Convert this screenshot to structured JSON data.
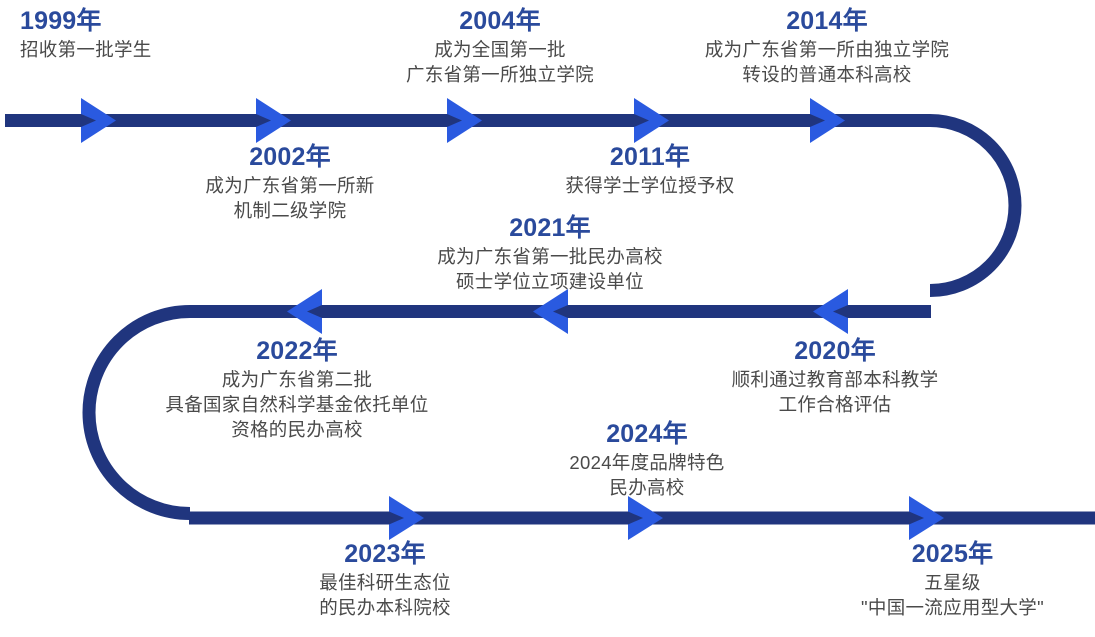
{
  "figure": {
    "kind": "timeline-infographic",
    "colors": {
      "track": "#20357e",
      "arrow": "#2a5ae0",
      "year_text": "#2a4a9c",
      "body_text": "#4a4a4a",
      "background": "#ffffff"
    }
  },
  "milestones": [
    {
      "id": "1999",
      "year": "1999年",
      "lines": [
        "招收第一批学生"
      ],
      "row": 1,
      "position": "above"
    },
    {
      "id": "2002",
      "year": "2002年",
      "lines": [
        "成为广东省第一所新",
        "机制二级学院"
      ],
      "row": 1,
      "position": "below"
    },
    {
      "id": "2004",
      "year": "2004年",
      "lines": [
        "成为全国第一批",
        "广东省第一所独立学院"
      ],
      "row": 1,
      "position": "above"
    },
    {
      "id": "2011",
      "year": "2011年",
      "lines": [
        "获得学士学位授予权"
      ],
      "row": 1,
      "position": "below"
    },
    {
      "id": "2014",
      "year": "2014年",
      "lines": [
        "成为广东省第一所由独立学院",
        "转设的普通本科高校"
      ],
      "row": 1,
      "position": "above"
    },
    {
      "id": "2021",
      "year": "2021年",
      "lines": [
        "成为广东省第一批民办高校",
        "硕士学位立项建设单位"
      ],
      "row": 2,
      "position": "above"
    },
    {
      "id": "2020",
      "year": "2020年",
      "lines": [
        "顺利通过教育部本科教学",
        "工作合格评估"
      ],
      "row": 2,
      "position": "below"
    },
    {
      "id": "2022",
      "year": "2022年",
      "lines": [
        "成为广东省第二批",
        "具备国家自然科学基金依托单位",
        "资格的民办高校"
      ],
      "row": 2,
      "position": "below"
    },
    {
      "id": "2024",
      "year": "2024年",
      "lines": [
        "2024年度品牌特色",
        "民办高校"
      ],
      "row": 3,
      "position": "above"
    },
    {
      "id": "2023",
      "year": "2023年",
      "lines": [
        "最佳科研生态位",
        "的民办本科院校"
      ],
      "row": 3,
      "position": "below"
    },
    {
      "id": "2025",
      "year": "2025年",
      "lines": [
        "五星级",
        "\"中国一流应用型大学\""
      ],
      "row": 3,
      "position": "below"
    }
  ],
  "arrows": [
    {
      "id": "row1-arrow-1",
      "direction": "right",
      "row": 1
    },
    {
      "id": "row1-arrow-2",
      "direction": "right",
      "row": 1
    },
    {
      "id": "row1-arrow-3",
      "direction": "right",
      "row": 1
    },
    {
      "id": "row1-arrow-4",
      "direction": "right",
      "row": 1
    },
    {
      "id": "row1-arrow-5",
      "direction": "right",
      "row": 1
    },
    {
      "id": "row2-arrow-1",
      "direction": "left",
      "row": 2
    },
    {
      "id": "row2-arrow-2",
      "direction": "left",
      "row": 2
    },
    {
      "id": "row2-arrow-3",
      "direction": "left",
      "row": 2
    },
    {
      "id": "row3-arrow-1",
      "direction": "right",
      "row": 3
    },
    {
      "id": "row3-arrow-2",
      "direction": "right",
      "row": 3
    },
    {
      "id": "row3-arrow-3",
      "direction": "right",
      "row": 3
    }
  ]
}
